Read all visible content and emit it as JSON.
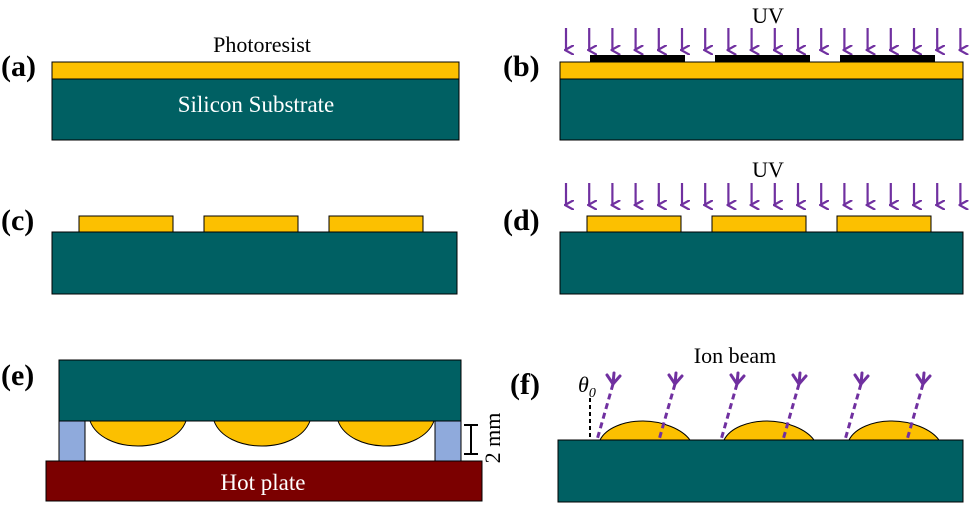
{
  "panels": {
    "a": {
      "label": "(a)",
      "photoresist": "Photoresist",
      "substrate": "Silicon Substrate"
    },
    "b": {
      "label": "(b)",
      "uv": "UV"
    },
    "c": {
      "label": "(c)"
    },
    "d": {
      "label": "(d)",
      "uv": "UV"
    },
    "e": {
      "label": "(e)",
      "gap": "2 mm",
      "hotplate": "Hot plate"
    },
    "f": {
      "label": "(f)",
      "beam": "Ion beam",
      "theta": "θ",
      "theta_sub": "0"
    }
  },
  "colors": {
    "substrate": "#006063",
    "photoresist": "#fcc000",
    "mask": "#000000",
    "uv_arrow": "#7030a0",
    "ion": "#7030a0",
    "spacer": "#8faadc",
    "hotplate": "#7b0000",
    "text_on_dark": "#ffffff"
  }
}
